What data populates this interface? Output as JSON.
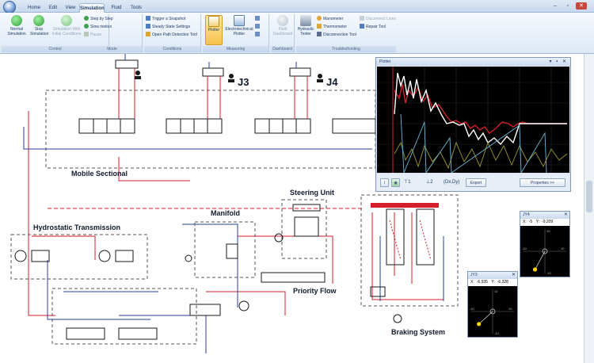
{
  "menu": {
    "tabs": [
      "Home",
      "Edit",
      "View",
      "Simulation",
      "Fluid",
      "Tools"
    ],
    "active_tab": "Simulation"
  },
  "ribbon": {
    "control": {
      "label": "Control",
      "normal_sim": "Normal Simulation",
      "stop_sim": "Stop Simulation",
      "sim_initial": "Simulation With Initial Conditions"
    },
    "mode": {
      "label": "Mode",
      "step_by_step": "Step by Step",
      "slow_motion": "Slow motion",
      "pause": "Pause"
    },
    "conditions": {
      "label": "Conditions",
      "trigger_snapshot": "Trigger a Snapshot",
      "steady_state": "Steady State Settings",
      "open_path": "Open Path Detection Tool"
    },
    "measuring": {
      "label": "Measuring",
      "plotter": "Plotter",
      "electrotechnical_plotter": "Electrotechnical Plotter"
    },
    "dashboard": {
      "label": "Dashboard",
      "fluid_dashboard": "Fluid Dashboard"
    },
    "troubleshooting": {
      "label": "Troubleshooting",
      "hydraulic_tester": "Hydraulic Tester",
      "manometer": "Manometer",
      "thermometer": "Thermometer",
      "disconnection_tool": "Disconnection Tool",
      "disconnect_lines": "Disconnect Lines",
      "repair_tool": "Repair Tool"
    }
  },
  "diagram": {
    "labels": {
      "j3": "J3",
      "j4": "J4",
      "mobile_sectional": "Mobile Sectional",
      "steering_unit": "Steering Unit",
      "manifold": "Manifold",
      "hydrostatic_transmission": "Hydrostatic Transmission",
      "priority_flow": "Priority Flow",
      "braking_system": "Braking System"
    }
  },
  "plotter": {
    "title": "Plotter",
    "buttons": {
      "dxdy": "(Dx,Dy)",
      "export": "Export",
      "properties": "Properties >>"
    }
  },
  "joysticks": [
    {
      "title": "JY4",
      "x_label": "X:",
      "x_value": "-5",
      "y_label": "Y:",
      "y_value": "-9.209",
      "tick_top": "10",
      "tick_bottom": "-10",
      "tick_left": "-10",
      "tick_right": "10",
      "knob": [
        -5,
        -9.209
      ]
    },
    {
      "title": "JY3",
      "x_label": "X:",
      "x_value": "-6.935",
      "y_label": "Y:",
      "y_value": "-6.328",
      "tick_top": "10",
      "tick_bottom": "-10",
      "tick_left": "-10",
      "tick_right": "10",
      "knob": [
        -6.935,
        -6.328
      ]
    }
  ],
  "colors": {
    "pressure_line": "#d21f2b",
    "return_line": "#233f9c",
    "pilot_line": "#d21f2b",
    "component": "#1a1a1a",
    "joystick_knob": "#ffd700"
  }
}
